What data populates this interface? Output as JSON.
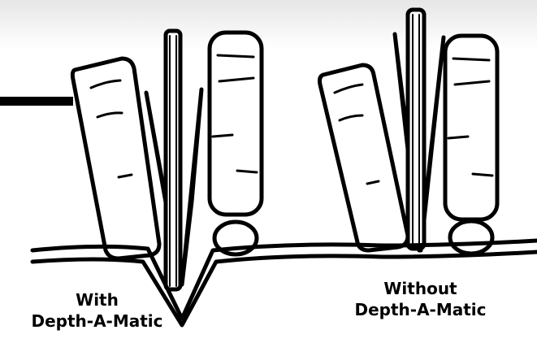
{
  "labels": {
    "with": {
      "line1": "With",
      "line2": "Depth-A-Matic"
    },
    "without": {
      "line1": "Without",
      "line2": "Depth-A-Matic"
    }
  },
  "colors": {
    "ink": "#000000",
    "paper": "#ffffff",
    "top_shade": "#e6e6e6"
  }
}
